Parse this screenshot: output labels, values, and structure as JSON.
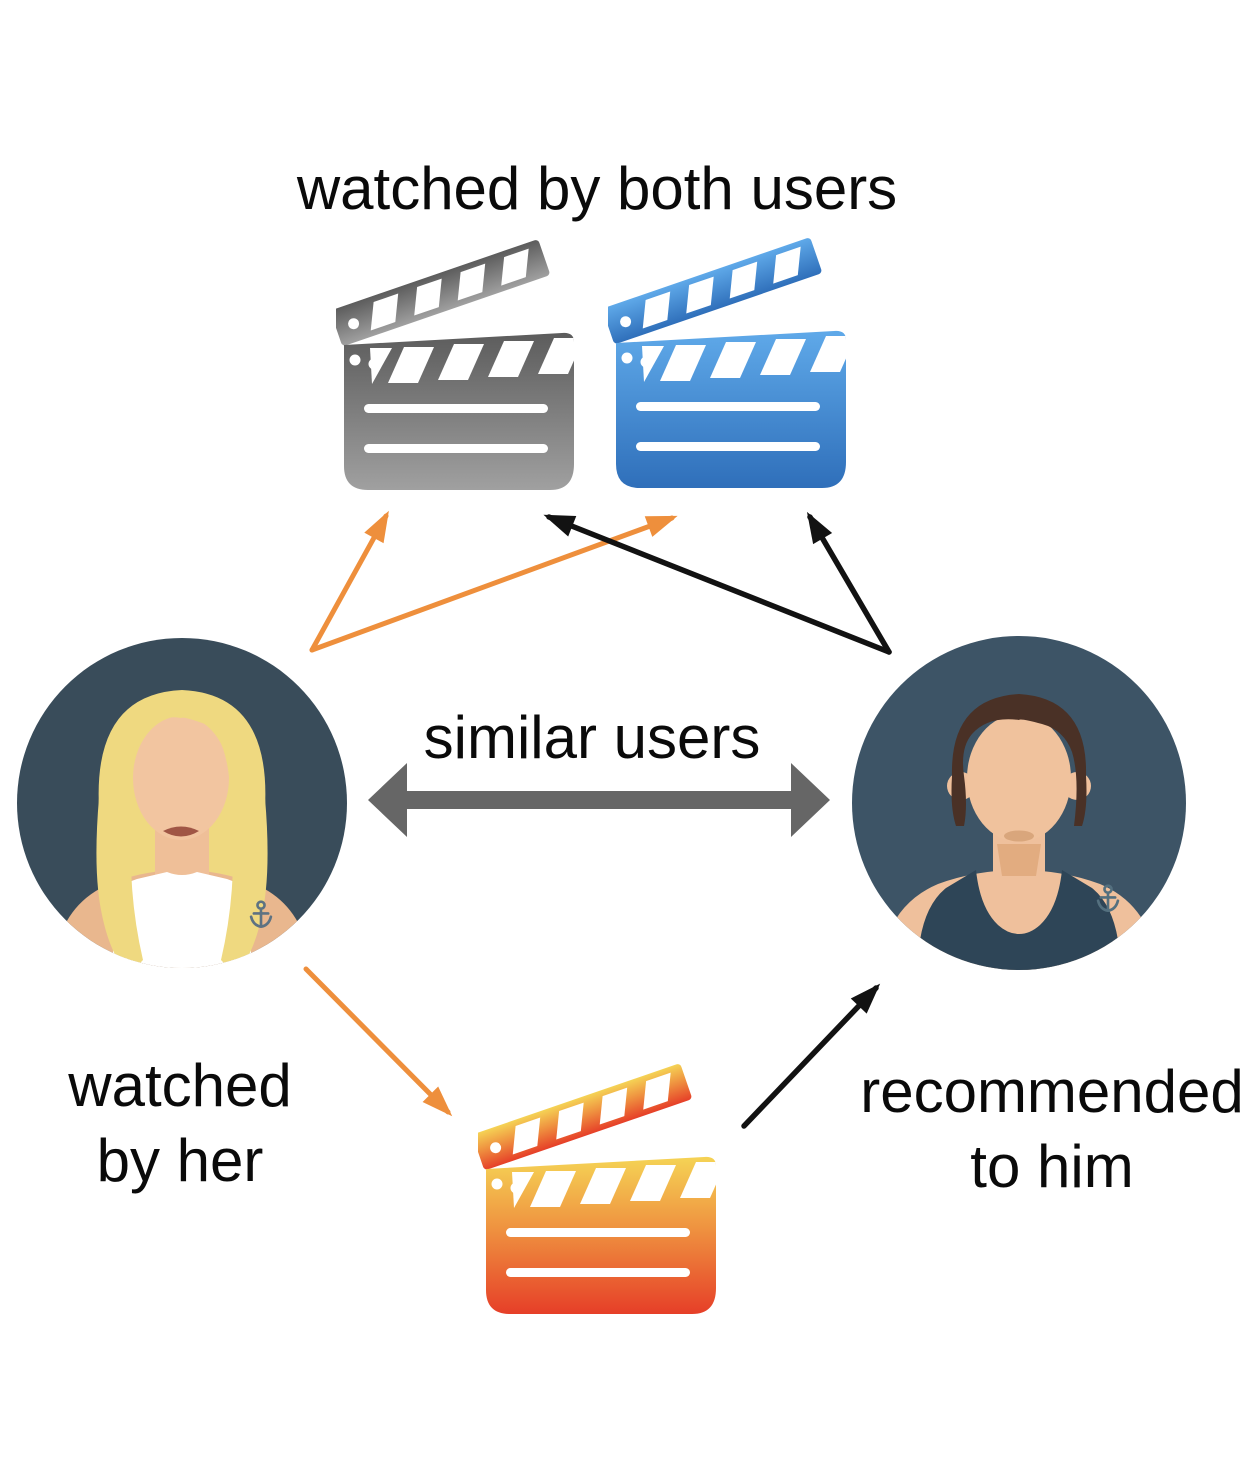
{
  "labels": {
    "top": "watched by both users",
    "center": "similar users",
    "bottom_left": [
      "watched",
      "by her"
    ],
    "bottom_right": [
      "recommended",
      "to him"
    ]
  },
  "icons": {
    "top_left": "movie-clapperboard-gray",
    "top_right": "movie-clapperboard-blue",
    "bottom": "movie-clapperboard-orange",
    "left_avatar": "woman-user-avatar",
    "right_avatar": "man-user-avatar"
  },
  "colors": {
    "background": "#FFFFFF",
    "text": "#0A0A0A",
    "orange_arrow": "#EE8F3C",
    "black_arrow": "#121212",
    "similar_arrow": "#666666",
    "clapper_gray_top": "#5C5C5C",
    "clapper_gray_bottom": "#A0A0A0",
    "clapper_blue_top": "#5FA9E9",
    "clapper_blue_bottom": "#2F6FBA",
    "clapper_orange_top": "#F5D355",
    "clapper_orange_mid": "#EF9340",
    "clapper_orange_bottom": "#E63F28",
    "avatar_female_bg": "#394C5A",
    "avatar_male_bg": "#3D5466"
  }
}
